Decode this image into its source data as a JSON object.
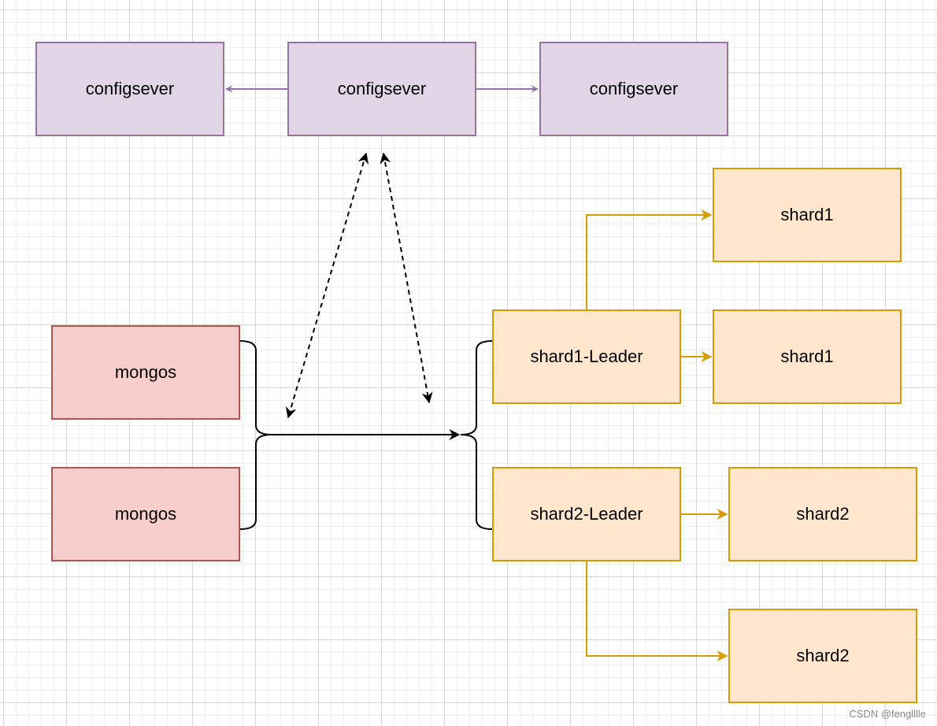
{
  "nodes": {
    "config_left": {
      "label": "configsever"
    },
    "config_center": {
      "label": "configsever"
    },
    "config_right": {
      "label": "configsever"
    },
    "mongos_top": {
      "label": "mongos"
    },
    "mongos_bottom": {
      "label": "mongos"
    },
    "shard1_leader": {
      "label": "shard1-Leader"
    },
    "shard1_a": {
      "label": "shard1"
    },
    "shard1_b": {
      "label": "shard1"
    },
    "shard2_leader": {
      "label": "shard2-Leader"
    },
    "shard2_a": {
      "label": "shard2"
    },
    "shard2_b": {
      "label": "shard2"
    }
  },
  "colors": {
    "config_fill": "#e1d5e7",
    "config_stroke": "#9673a6",
    "mongos_fill": "#f8cecc",
    "mongos_stroke": "#b85450",
    "shard_fill": "#ffe6cc",
    "shard_stroke": "#d79b00",
    "edge_black": "#000000"
  },
  "watermark": "CSDN @fenglllle"
}
